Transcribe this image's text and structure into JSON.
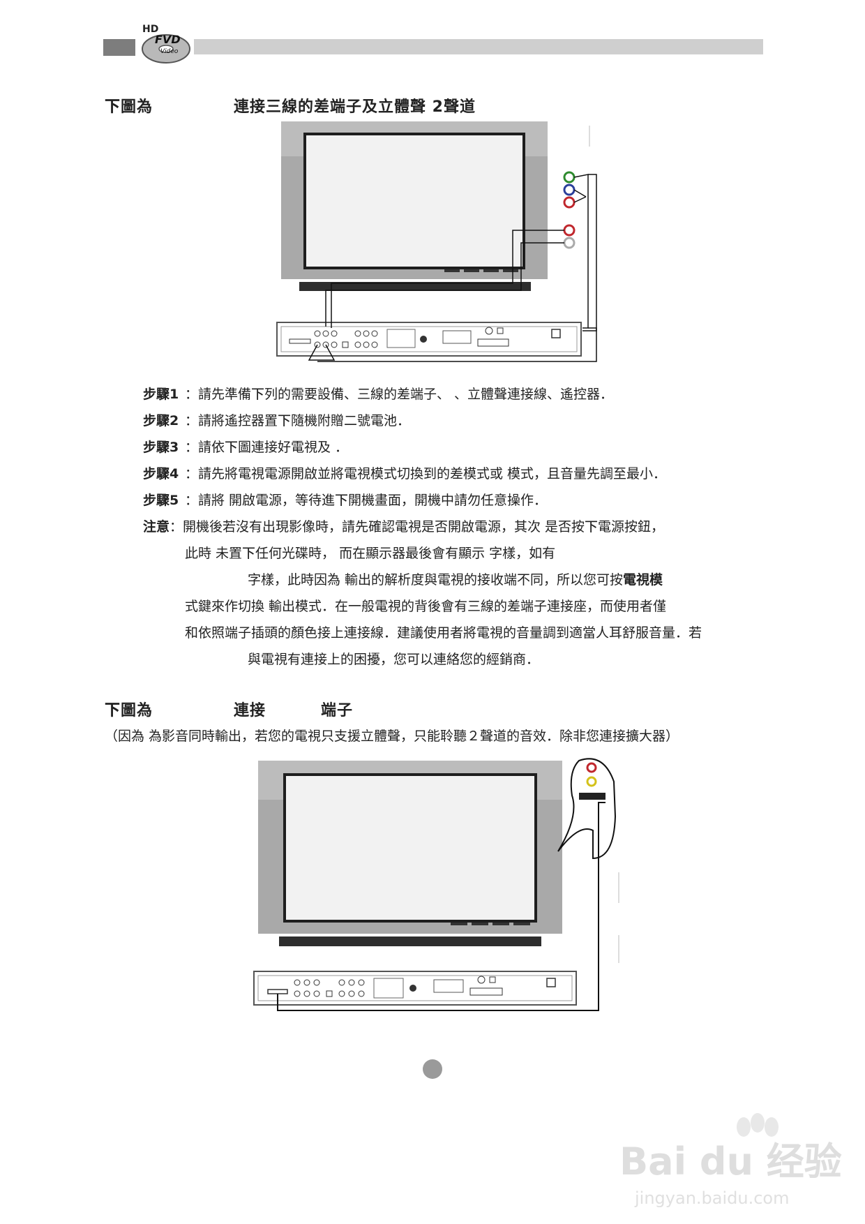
{
  "header": {
    "logo_hd": "HD",
    "logo_fvd": "FVD",
    "logo_sub": "Video"
  },
  "section1": {
    "title_left": "㆘圖為",
    "title_right": "連接三線的差端子及立體聲 2聲道"
  },
  "steps": [
    {
      "label": "步驟1",
      "text": "：請先準備㆘列的需要設備、三線的差端子、 、立體聲連接線、遙控器．"
    },
    {
      "label": "步驟2",
      "text": "：請將遙控器置㆘隨機附贈二號電池．"
    },
    {
      "label": "步驟3",
      "text": "：請依㆘圖連接好電視及 ．"
    },
    {
      "label": "步驟4",
      "text": "：請先將電視電源開啟並將電視模式切換到的差模式或 模式，且音量先調至最小．"
    },
    {
      "label": "步驟5",
      "text": "：請將 開啟電源，等待進㆘開機畫面，開機中請勿任意操作．"
    }
  ],
  "note": {
    "label": "注意",
    "lines": [
      "：開機後若沒有出現影像時，請先確認電視是否開啟電源，其次 是否按㆘電源按鈕，",
      "此時 未置㆘任何光碟時， 而在顯示器最後會有顯示 字樣，如有",
      "字樣，此時因為 輸出的解析度與電視的接收端不同，所以您可按",
      "式鍵來作切換 輸出模式．在一般電視的背後會有三線的差端子連接座，而使用者僅",
      "和依照端子插頭的顏色接上連接線．建議使用者將電視的音量調到適當人耳舒服音量．若",
      "與電視有連接上的困擾，您可以連絡您的經銷商．"
    ],
    "bold_tail": "電視模"
  },
  "section2": {
    "title_left": "㆘圖為",
    "title_mid": "連接",
    "title_right": "端子",
    "paren": "（因為 為影音同時輸出，若您的電視只支援立體聲，只能聆聽２聲道的音效．除非您連接擴大器）"
  },
  "watermark": {
    "brand": "Bai du 经验",
    "url": "jingyan.baidu.com"
  },
  "colors": {
    "header_dark": "#7d7d7d",
    "header_light": "#cfcfcf",
    "tv_frame": "#a9a9a9",
    "tv_screen_border": "#1e1e1e",
    "jack_green": "#2e8b2e",
    "jack_blue": "#2a3f9b",
    "jack_red": "#c0272d",
    "jack_yellow": "#d4c21a"
  }
}
